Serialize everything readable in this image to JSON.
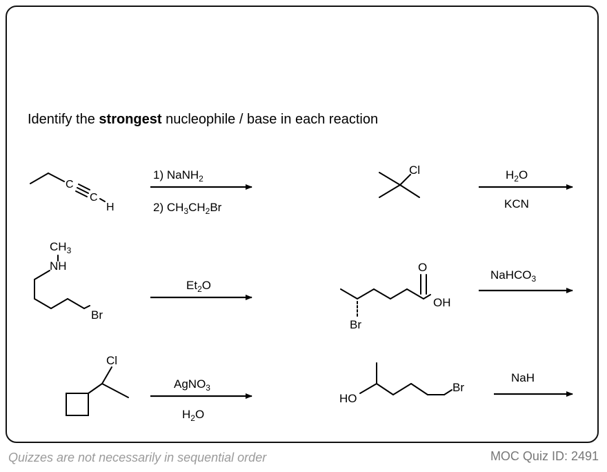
{
  "prompt": {
    "before": "Identify the ",
    "emphasis": "strongest",
    "after": " nucleophile / base in each reaction"
  },
  "reactions": [
    {
      "atoms": {
        "c1": "C",
        "c2": "C",
        "h": "H"
      },
      "reagent_top": "1) NaNH",
      "reagent_top_sub": "2",
      "reagent_bottom_a": "2) CH",
      "reagent_bottom_sub1": "3",
      "reagent_bottom_b": "CH",
      "reagent_bottom_sub2": "2",
      "reagent_bottom_c": "Br"
    },
    {
      "atoms": {
        "cl": "Cl"
      },
      "reagent_top": "H",
      "reagent_top_sub": "2",
      "reagent_top_end": "O",
      "reagent_bottom": "KCN"
    },
    {
      "atoms": {
        "ch3": "CH",
        "ch3_sub": "3",
        "nh": "NH",
        "br": "Br"
      },
      "reagent_top": "Et",
      "reagent_top_sub": "2",
      "reagent_top_end": "O"
    },
    {
      "atoms": {
        "o": "O",
        "oh": "OH",
        "br": "Br"
      },
      "reagent_top": "NaHCO",
      "reagent_top_sub": "3"
    },
    {
      "atoms": {
        "cl": "Cl"
      },
      "reagent_top": "AgNO",
      "reagent_top_sub": "3",
      "reagent_bottom": "H",
      "reagent_bottom_sub": "2",
      "reagent_bottom_end": "O"
    },
    {
      "atoms": {
        "ho": "HO",
        "br": "Br"
      },
      "reagent_top": "NaH"
    }
  ],
  "footer": {
    "note": "Quizzes are not necessarily in sequential order",
    "quiz_id": "MOC Quiz ID: 2491"
  }
}
